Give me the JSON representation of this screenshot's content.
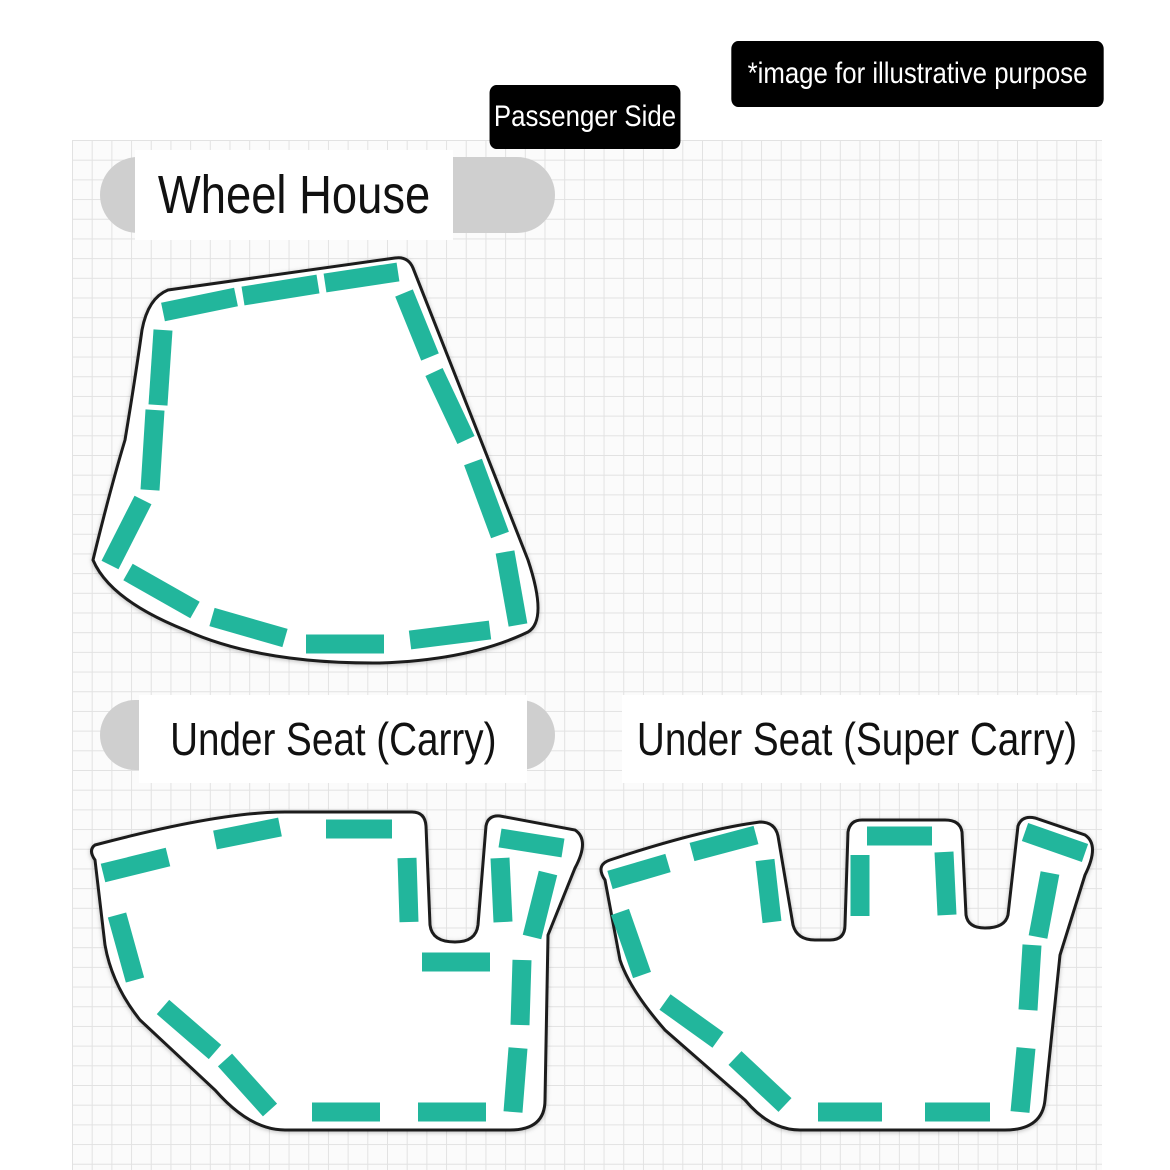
{
  "tags": {
    "note": "*image for illustrative purpose",
    "side": "Passenger Side"
  },
  "labels": {
    "wheel_house": "Wheel House",
    "under_seat_carry": "Under Seat (Carry)",
    "under_seat_super_carry": "Under Seat (Super Carry)"
  },
  "colors": {
    "trim": "#22b69c",
    "outline": "#1e1e1e",
    "tag_bg": "#000000",
    "pill": "#cfcfcf",
    "grid_line": "#e2e2e2"
  }
}
